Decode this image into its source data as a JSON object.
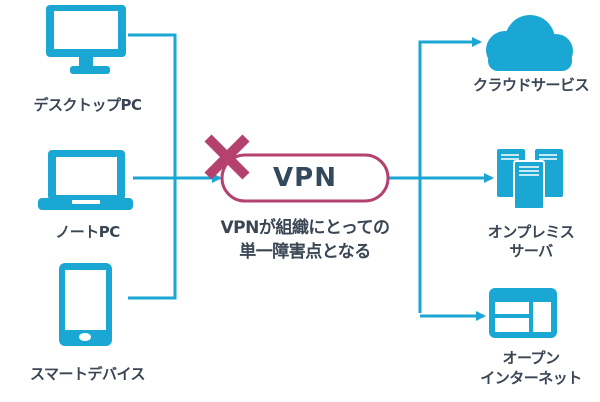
{
  "colors": {
    "accent": "#1aa7d4",
    "vpn_border": "#b5426e",
    "failure_mark": "#b5426e",
    "text": "#3b4654"
  },
  "left_devices": [
    {
      "label": "デスクトップPC",
      "icon": "desktop-monitor-icon"
    },
    {
      "label": "ノートPC",
      "icon": "laptop-icon"
    },
    {
      "label": "スマートデバイス",
      "icon": "smartphone-icon"
    }
  ],
  "vpn": {
    "label": "VPN",
    "status_icon": "failure-x-icon",
    "caption_line1": "VPNが組織にとっての",
    "caption_line2": "単一障害点となる"
  },
  "right_services": [
    {
      "label_line1": "クラウドサービス",
      "label_line2": "",
      "icon": "cloud-icon"
    },
    {
      "label_line1": "オンプレミス",
      "label_line2": "サーバ",
      "icon": "server-rack-icon"
    },
    {
      "label_line1": "オープン",
      "label_line2": "インターネット",
      "icon": "browser-window-icon"
    }
  ]
}
